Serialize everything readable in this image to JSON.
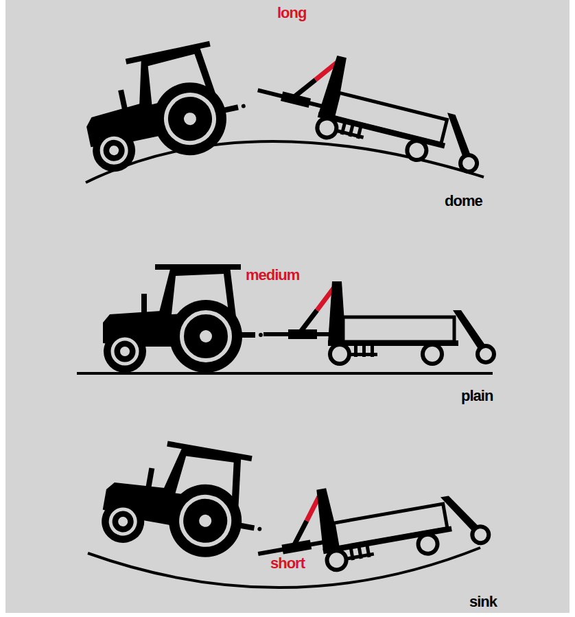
{
  "diagram": {
    "labels": [
      "long",
      "dome",
      "medium",
      "plain",
      "short",
      "sink"
    ]
  }
}
